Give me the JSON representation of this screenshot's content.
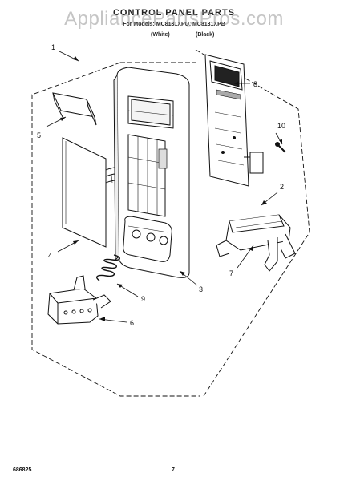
{
  "header": {
    "title": "CONTROL PANEL PARTS",
    "models": "For Models: MC8131XPQ, MC8131XPB",
    "color_white": "(White)",
    "color_black": "(Black)"
  },
  "watermark": "AppliancePartsPros.com",
  "callouts": {
    "c1": "1",
    "c2": "2",
    "c3": "3",
    "c4": "4",
    "c5": "5",
    "c6": "6",
    "c7": "7",
    "c8": "8",
    "c9": "9",
    "c10": "10"
  },
  "footer": {
    "code": "686825",
    "page": "7"
  }
}
